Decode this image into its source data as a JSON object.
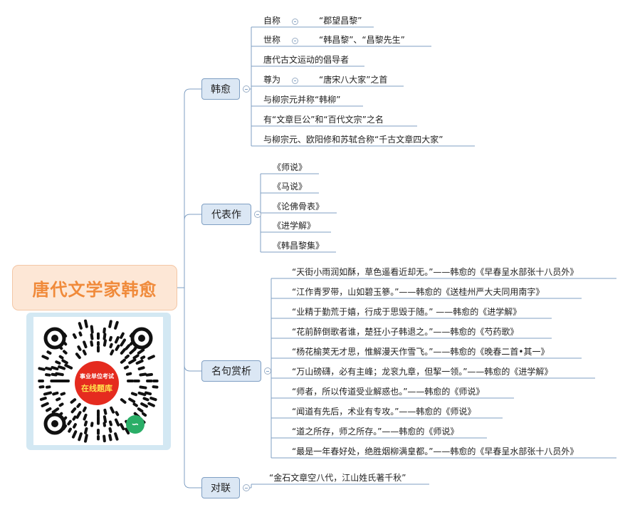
{
  "root": {
    "title": "唐代文学家韩愈"
  },
  "branches": [
    {
      "label": "韩愈",
      "leaves": [
        {
          "label": "自称",
          "value": "“郡望昌黎”"
        },
        {
          "label": "世称",
          "value": "“韩昌黎”、“昌黎先生”"
        },
        {
          "label": "唐代古文运动的倡导者",
          "value": ""
        },
        {
          "label": "尊为",
          "value": "“唐宋八大家”之首"
        },
        {
          "label": "与柳宗元并称“韩柳”",
          "value": ""
        },
        {
          "label": "有“文章巨公”和“百代文宗”之名",
          "value": ""
        },
        {
          "label": "与柳宗元、欧阳修和苏轼合称“千古文章四大家”",
          "value": ""
        }
      ]
    },
    {
      "label": "代表作",
      "leaves": [
        {
          "label": "《师说》"
        },
        {
          "label": "《马说》"
        },
        {
          "label": "《论佛骨表》"
        },
        {
          "label": "《进学解》"
        },
        {
          "label": "《韩昌黎集》"
        }
      ]
    },
    {
      "label": "名句赏析",
      "leaves": [
        {
          "label": "“天街小雨润如酥，草色遥看近却无。”——韩愈的《早春呈水部张十八员外》"
        },
        {
          "label": "“江作青罗带，山如碧玉篸。”——韩愈的《送桂州严大夫同用南字》"
        },
        {
          "label": "“业精于勤荒于嬉，行成于思毁于随。” ——韩愈的《进学解》"
        },
        {
          "label": "“花前醉倒歌者谁，楚狂小子韩退之。”——韩愈的《芍药歌》"
        },
        {
          "label": "“杨花榆荚无才思，惟解漫天作雪飞。”——韩愈的《晚春二首•其一》"
        },
        {
          "label": "“万山磅礴，必有主峰；龙衮九章，但挈一领。”——韩愈的《进学解》"
        },
        {
          "label": "“师者，所以传道受业解惑也。”——韩愈的《师说》"
        },
        {
          "label": "“闻道有先后，术业有专攻。”——韩愈的《师说》"
        },
        {
          "label": "“道之所存，师之所存。”——韩愈的《师说》"
        },
        {
          "label": "“最是一年春好处，绝胜烟柳满皇都。”——韩愈的《早春呈水部张十八员外》"
        }
      ]
    },
    {
      "label": "对联",
      "leaves": [
        {
          "label": "“金石文章空八代，江山姓氏著千秋”"
        }
      ]
    }
  ],
  "qr": {
    "badge_line1": "事业单位考试",
    "badge_line2": "在线题库",
    "mini_program_icon": "wechat-mini-program-icon"
  },
  "colors": {
    "root_bg": "#fde7d6",
    "root_text": "#f08a3a",
    "branch_bg": "#dbe7f4",
    "branch_border": "#7f9fc3",
    "line": "#7f9fc3"
  }
}
